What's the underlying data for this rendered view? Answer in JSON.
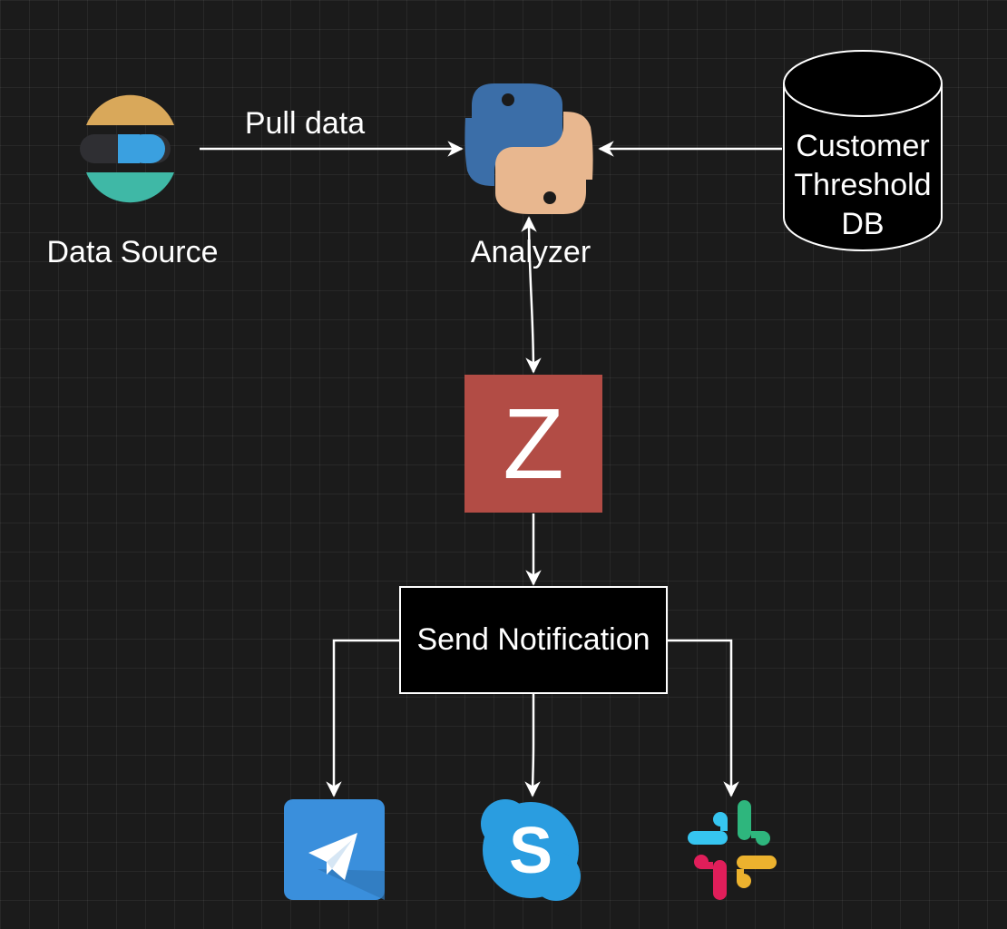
{
  "nodes": {
    "data_source": {
      "label": "Data Source",
      "icon": "elastic-logo-icon"
    },
    "analyzer": {
      "label": "Analyzer",
      "icon": "python-logo-icon"
    },
    "customer_db": {
      "label_lines": [
        "Customer",
        "Threshold",
        "DB"
      ],
      "shape": "cylinder"
    },
    "queue": {
      "letter": "Z",
      "color": "#b24c45"
    },
    "notifier": {
      "label": "Send Notification"
    }
  },
  "edges": {
    "pull": {
      "label": "Pull data"
    }
  },
  "channels": [
    {
      "icon": "telegram-icon",
      "color": "#3a8fdc"
    },
    {
      "icon": "skype-icon",
      "color": "#2a9de0"
    },
    {
      "icon": "slack-icon",
      "colors": [
        "#36c5f0",
        "#2eb67d",
        "#ecb22e",
        "#e01e5a"
      ]
    }
  ],
  "colors": {
    "background": "#1b1b1b",
    "line": "#ffffff"
  }
}
